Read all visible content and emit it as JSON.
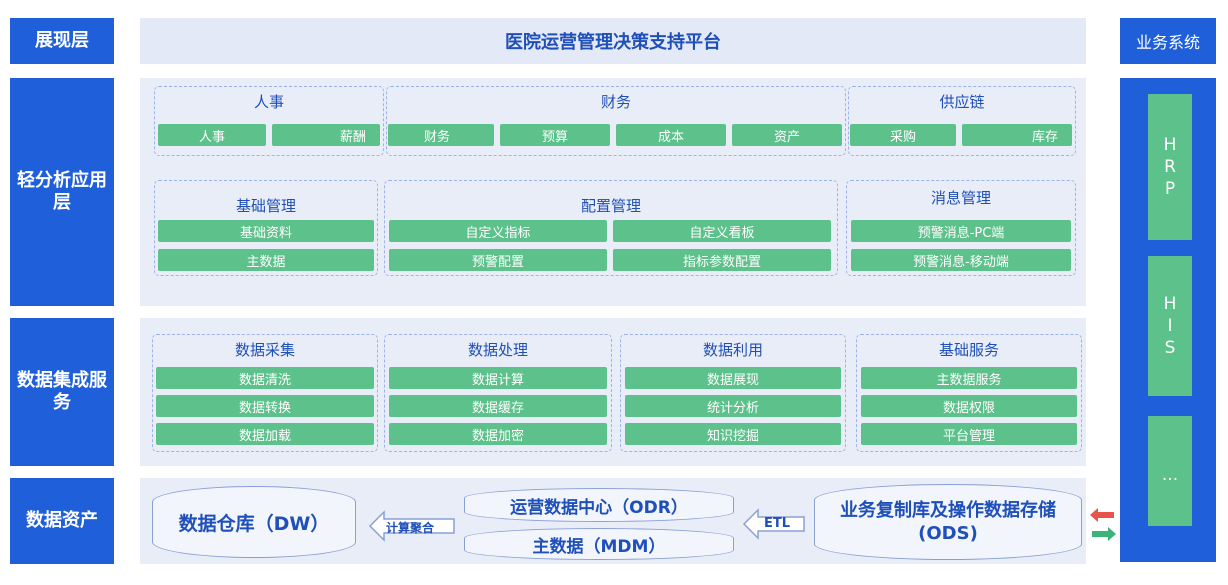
{
  "layers": {
    "presentation": "展现层",
    "analysis": "轻分析应用层",
    "integration": "数据集成服务",
    "assets": "数据资产"
  },
  "title": "医院运营管理决策支持平台",
  "business": {
    "header": "业务系统",
    "systems": [
      {
        "letters": [
          "H",
          "R",
          "P"
        ]
      },
      {
        "letters": [
          "H",
          "I",
          "S"
        ]
      },
      {
        "letters": [
          "..."
        ]
      }
    ]
  },
  "analysis_groups": {
    "hr": {
      "title": "人事",
      "items": [
        "人事",
        "薪酬"
      ]
    },
    "finance": {
      "title": "财务",
      "items": [
        "财务",
        "预算",
        "成本",
        "资产"
      ]
    },
    "supply": {
      "title": "供应链",
      "items": [
        "采购",
        "库存"
      ]
    },
    "basic_mgmt": {
      "title": "基础管理",
      "items": [
        "基础资料",
        "主数据"
      ]
    },
    "config_mgmt": {
      "title": "配置管理",
      "items": [
        "自定义指标",
        "自定义看板",
        "预警配置",
        "指标参数配置"
      ]
    },
    "message_mgmt": {
      "title": "消息管理",
      "items": [
        "预警消息-PC端",
        "预警消息-移动端"
      ]
    }
  },
  "integration_groups": {
    "collect": {
      "title": "数据采集",
      "items": [
        "数据清洗",
        "数据转换",
        "数据加载"
      ]
    },
    "process": {
      "title": "数据处理",
      "items": [
        "数据计算",
        "数据缓存",
        "数据加密"
      ]
    },
    "utilize": {
      "title": "数据利用",
      "items": [
        "数据展现",
        "统计分析",
        "知识挖掘"
      ]
    },
    "service": {
      "title": "基础服务",
      "items": [
        "主数据服务",
        "数据权限",
        "平台管理"
      ]
    }
  },
  "assets": {
    "dw": "数据仓库（DW）",
    "aggregate_label": "计算聚合",
    "odr": "运营数据中心（ODR）",
    "mdm": "主数据（MDM）",
    "etl_label": "ETL",
    "ods_line1": "业务复制库及操作数据存储",
    "ods_line2": "(ODS)"
  },
  "colors": {
    "layer_blue": "#1f5fd9",
    "item_green": "#5dc18b",
    "panel_bg": "#e8edf8",
    "title_text": "#1f4fb8",
    "arrow_red": "#e8534a",
    "arrow_green": "#3bb37a"
  }
}
